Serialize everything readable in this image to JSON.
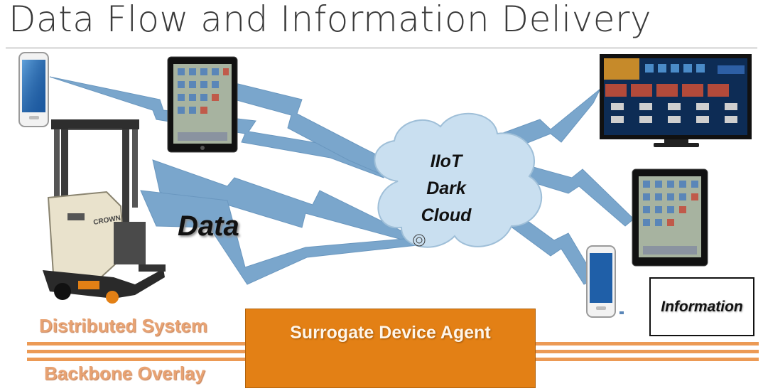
{
  "title": "Data Flow and Information Delivery",
  "cloud": {
    "line1": "IIoT",
    "line2": "Dark",
    "line3": "Cloud"
  },
  "data_label": "Data",
  "distributed_label": "Distributed System",
  "backbone_label": "Backbone Overlay",
  "agent_label": "Surrogate Device Agent",
  "info_label": "Information",
  "colors": {
    "bolt": "#7aa6cc",
    "cloud": "#c9dff0",
    "agent": "#e38015",
    "overlay_lines": "#ec9a55",
    "label_text": "#e8a373"
  },
  "icons": [
    "smartphone-icon",
    "tablet-icon",
    "forklift-icon",
    "cloud-icon",
    "lightning-bolt-icon",
    "smart-tv-icon"
  ]
}
